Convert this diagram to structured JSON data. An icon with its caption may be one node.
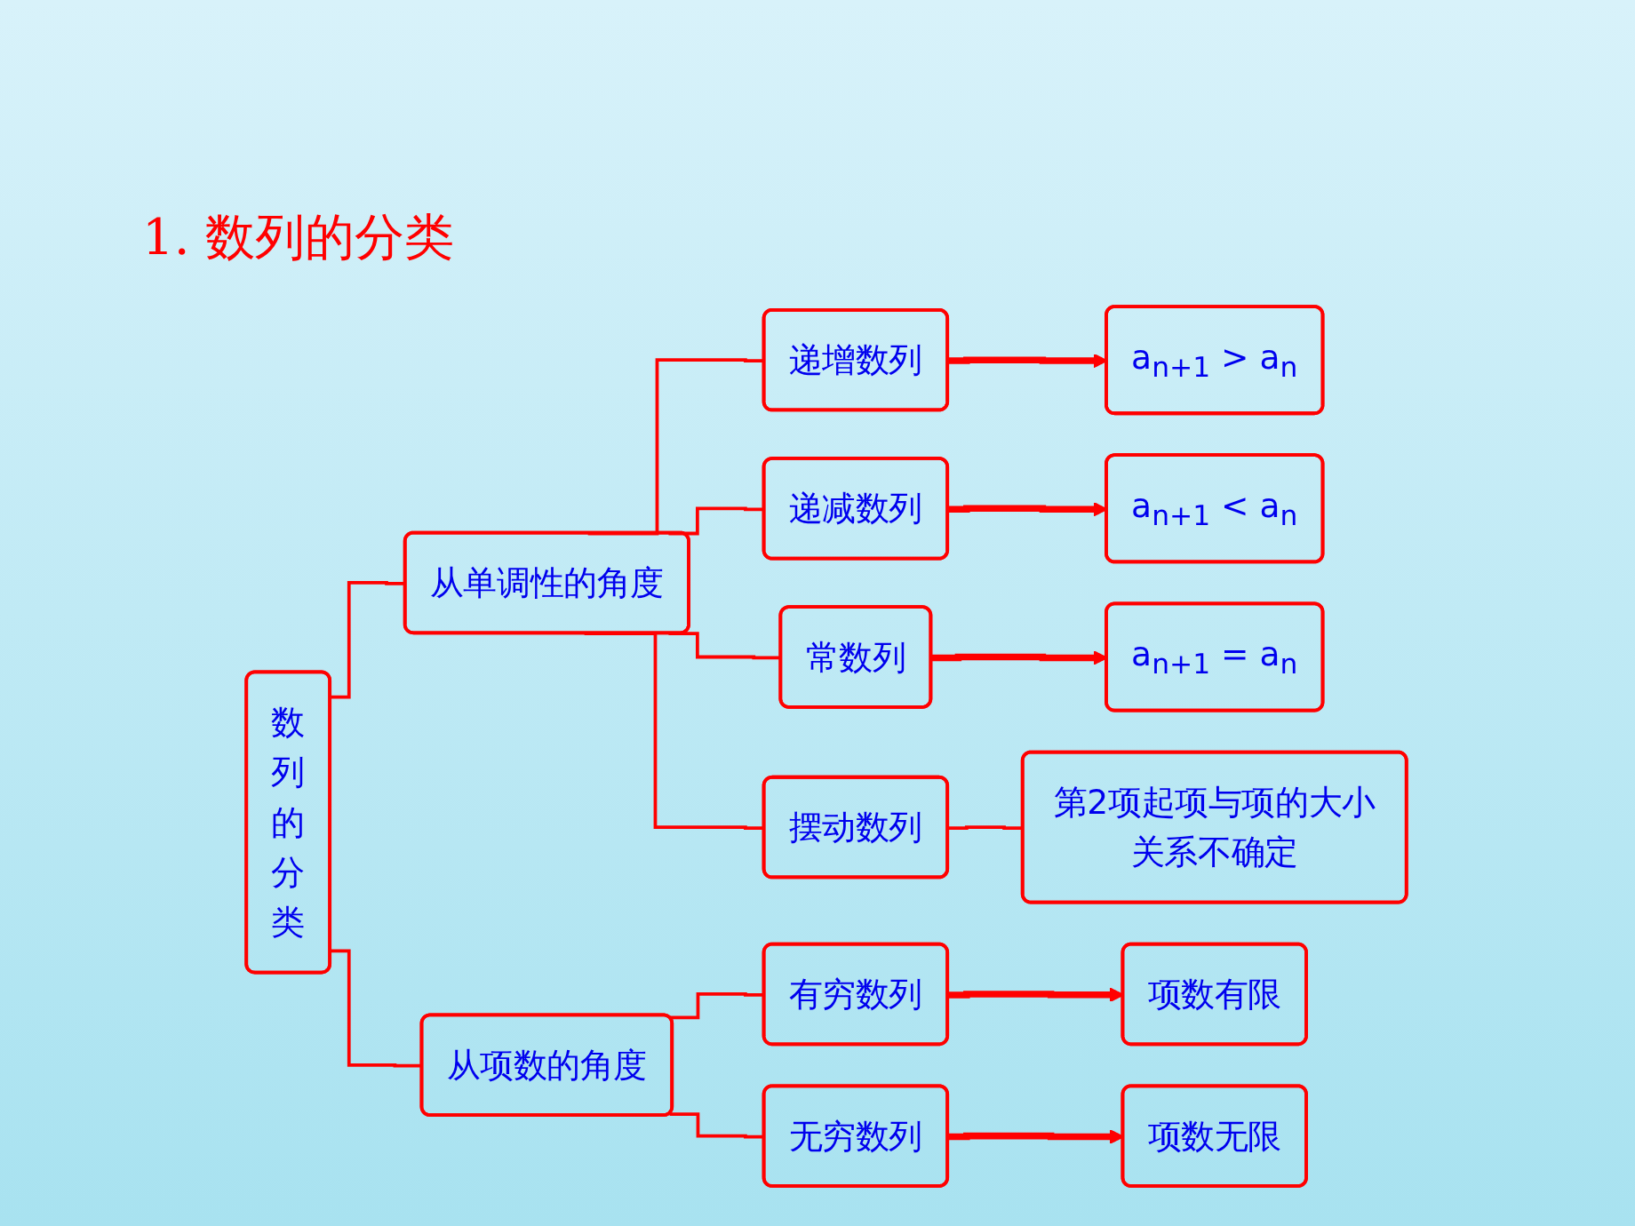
{
  "diagram": {
    "title": "1. 数列的分类",
    "nodes": [
      {
        "text": [
          "数列的分类"
        ]
      },
      {
        "text": [
          "从单调性的角度"
        ]
      },
      {
        "text": [
          "递增数列"
        ]
      },
      {
        "text": [
          "a$_{n+1}$ > a$_{n}$"
        ]
      },
      {
        "text": [
          "递减数列"
        ]
      },
      {
        "text": [
          "a$_{n+1}$ < a$_{n}$"
        ]
      },
      {
        "text": [
          "常数列"
        ]
      },
      {
        "text": [
          "a$_{n+1}$ = a$_{n}$"
        ]
      },
      {
        "text": [
          "摆动数列"
        ]
      },
      {
        "text": [
          "第2项起项与项的大小关系不确定"
        ]
      },
      {
        "text": [
          "从项数的角度"
        ]
      },
      {
        "text": [
          "有穷数列"
        ]
      },
      {
        "text": [
          "项数有限"
        ]
      },
      {
        "text": [
          "无穷数列"
        ]
      },
      {
        "text": [
          "项数无限"
        ]
      }
    ],
    "edges": [
      {
        "from": 0,
        "to": 1,
        "arrow": "none"
      },
      {
        "from": 0,
        "to": 10,
        "arrow": "none"
      },
      {
        "from": 1,
        "to": 2,
        "arrow": "none"
      },
      {
        "from": 1,
        "to": 4,
        "arrow": "none"
      },
      {
        "from": 1,
        "to": 6,
        "arrow": "none"
      },
      {
        "from": 1,
        "to": 8,
        "arrow": "none"
      },
      {
        "from": 2,
        "to": 3,
        "arrow": "to",
        "style": "thick"
      },
      {
        "from": 4,
        "to": 5,
        "arrow": "to",
        "style": "thick"
      },
      {
        "from": 6,
        "to": 7,
        "arrow": "to",
        "style": "thick"
      },
      {
        "from": 8,
        "to": 9,
        "arrow": "none"
      },
      {
        "from": 10,
        "to": 11,
        "arrow": "none"
      },
      {
        "from": 10,
        "to": 13,
        "arrow": "none"
      },
      {
        "from": 11,
        "to": 12,
        "arrow": "to",
        "style": "thick"
      },
      {
        "from": 13,
        "to": 14,
        "arrow": "to",
        "style": "thick"
      }
    ]
  }
}
